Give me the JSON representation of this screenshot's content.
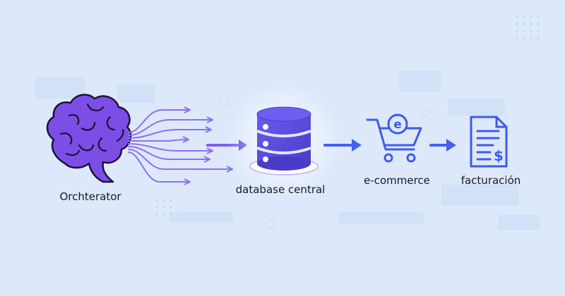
{
  "nodes": {
    "orchestrator": {
      "label": "Orchterator",
      "icon": "brain-icon"
    },
    "database": {
      "label": "database central",
      "icon": "database-icon"
    },
    "ecommerce": {
      "label": "e-commerce",
      "icon": "shopping-cart-icon",
      "badge_letter": "e"
    },
    "billing": {
      "label": "facturación",
      "icon": "invoice-icon",
      "symbol": "$"
    }
  },
  "colors": {
    "background": "#dde9fb",
    "brain": "#7c4ee6",
    "database": "#5a4ad6",
    "arrow": "#4361ee",
    "icon_stroke": "#3f5bea",
    "fan_arrows": "#8f6ef2"
  }
}
